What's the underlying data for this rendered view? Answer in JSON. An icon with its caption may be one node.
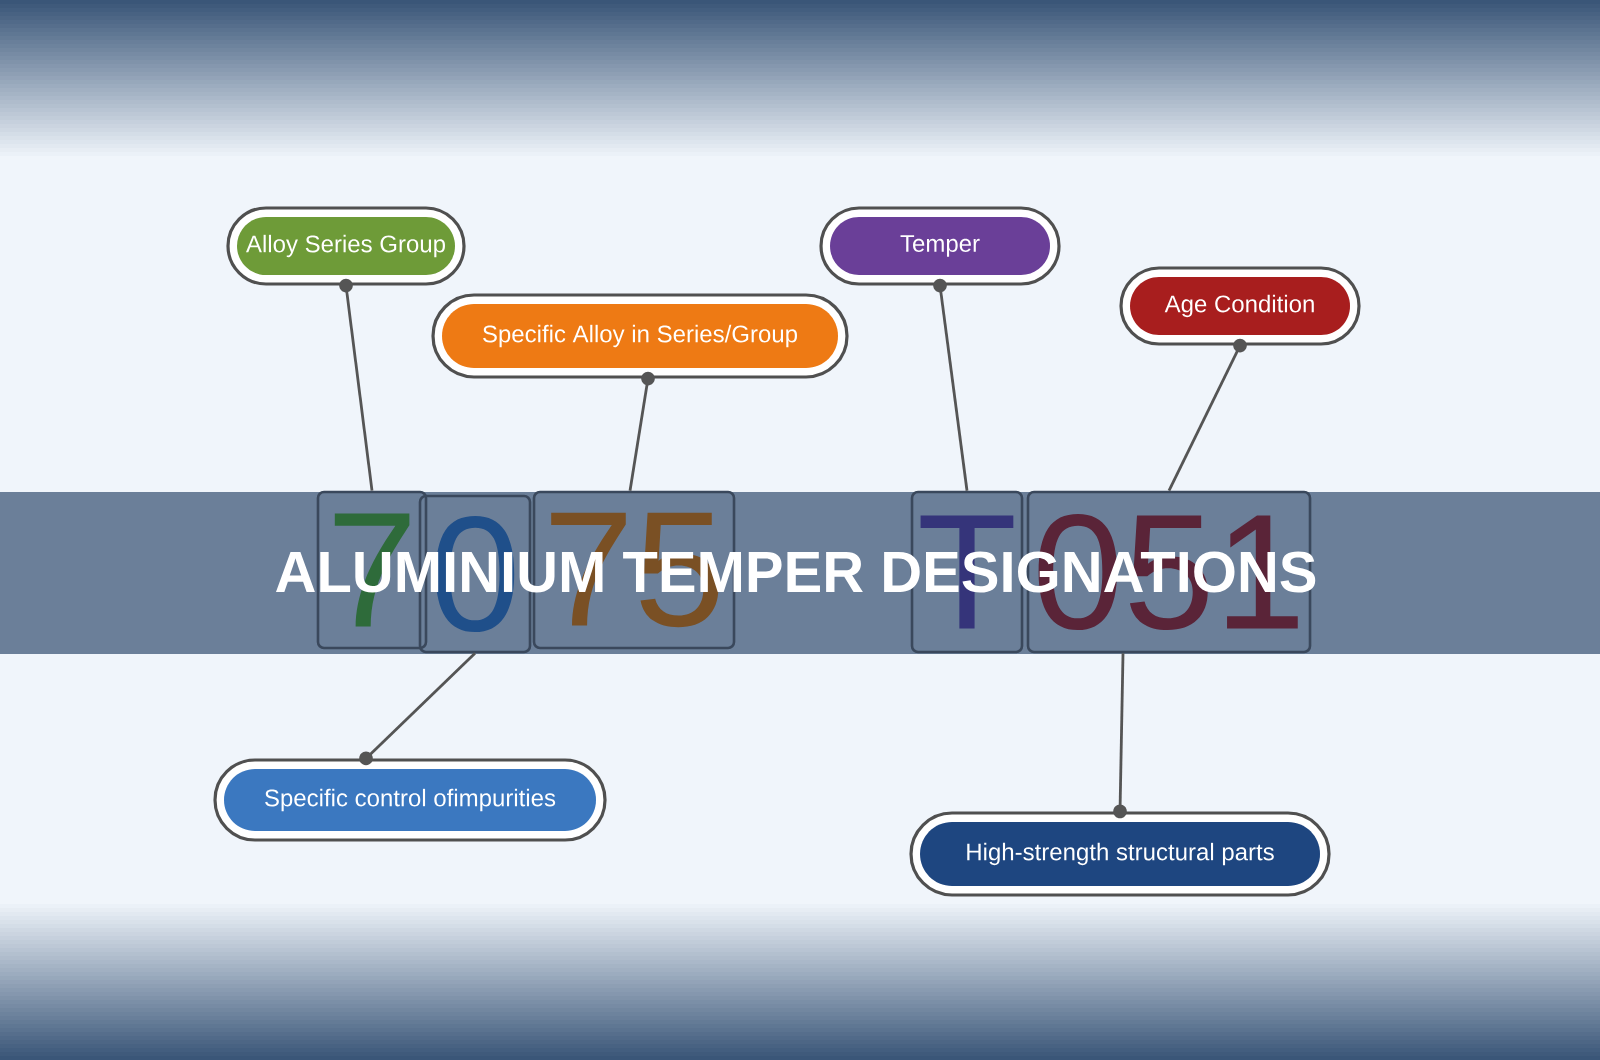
{
  "diagram": {
    "title": "ALUMINIUM TEMPER DESIGNATIONS",
    "nodes": [
      {
        "text": [
          "Alloy Series Group"
        ]
      },
      {
        "text": [
          "Specific Alloy in Series/Group"
        ]
      },
      {
        "text": [
          "Temper"
        ]
      },
      {
        "text": [
          "Age Condition"
        ]
      },
      {
        "text": [
          "7"
        ]
      },
      {
        "text": [
          "0"
        ]
      },
      {
        "text": [
          "75"
        ]
      },
      {
        "text": [
          "T"
        ]
      },
      {
        "text": [
          "051"
        ]
      },
      {
        "text": [
          "Specific control ofimpurities"
        ]
      },
      {
        "text": [
          "High-strength structural parts"
        ]
      }
    ],
    "edges": [
      {
        "from": 0,
        "to": 4,
        "arrow": "other"
      },
      {
        "from": 1,
        "to": 6,
        "arrow": "other"
      },
      {
        "from": 2,
        "to": 7,
        "arrow": "other"
      },
      {
        "from": 3,
        "to": 8,
        "arrow": "other"
      },
      {
        "from": 9,
        "to": 5,
        "arrow": "other"
      },
      {
        "from": 10,
        "to": 8,
        "arrow": "other"
      }
    ]
  }
}
